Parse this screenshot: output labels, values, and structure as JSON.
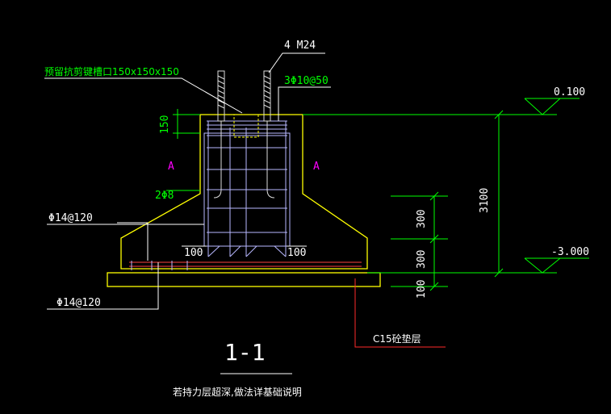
{
  "colors": {
    "background": "#000000",
    "concrete": "#ffff00",
    "rebar": "#c0c0ff",
    "leader": "#ffffff",
    "dimension": "#00ff00",
    "callout": "#ff2a2a",
    "section_mark": "#ff00ff"
  },
  "labels": {
    "anchor_bolt": "4 M24",
    "shear_key_groove": "预留抗剪键槽口150x150x150",
    "stirrup_top": "3Φ10@50",
    "dim_150": "150",
    "section_a_left": "A",
    "section_a_right": "A",
    "bar_2phi8": "2Φ8",
    "bar_top_mesh": "Φ14@120",
    "bar_bottom_mesh": "Φ14@120",
    "offset_left": "100",
    "offset_right": "100",
    "elev_top": "0.100",
    "elev_bottom": "-3.000",
    "dim_total": "3100",
    "dim_300_upper": "300",
    "dim_300_lower": "300",
    "dim_100": "100",
    "cushion_layer": "C15砼垫层",
    "section_title": "1-1",
    "note": "若持力层超深,做法详基础说明"
  }
}
